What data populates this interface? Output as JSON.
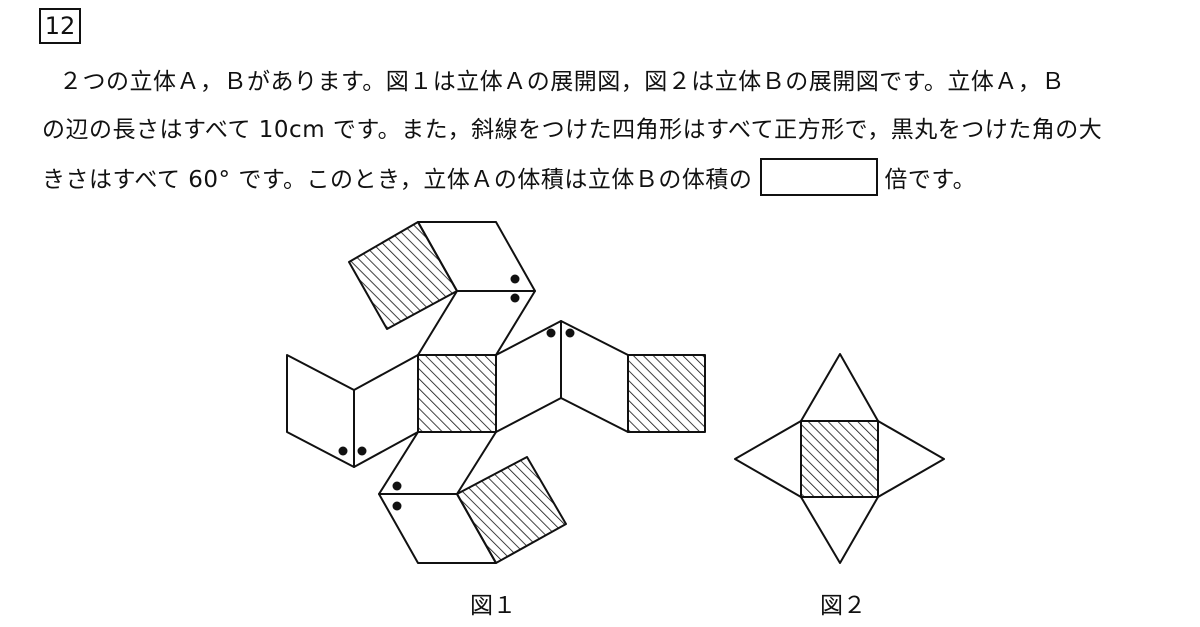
{
  "problem": {
    "number": "12",
    "lines": [
      "２つの立体Ａ，Ｂがあります。図１は立体Ａの展開図，図２は立体Ｂの展開図です。立体Ａ，Ｂ",
      "の辺の長さはすべて 10cm です。また，斜線をつけた四角形はすべて正方形で，黒丸をつけた角の大",
      "きさはすべて 60° です。このとき，立体Ａの体積は立体Ｂの体積の"
    ],
    "line3_suffix": "倍です。"
  },
  "figures": {
    "fig1_caption": "図１",
    "fig2_caption": "図２"
  }
}
